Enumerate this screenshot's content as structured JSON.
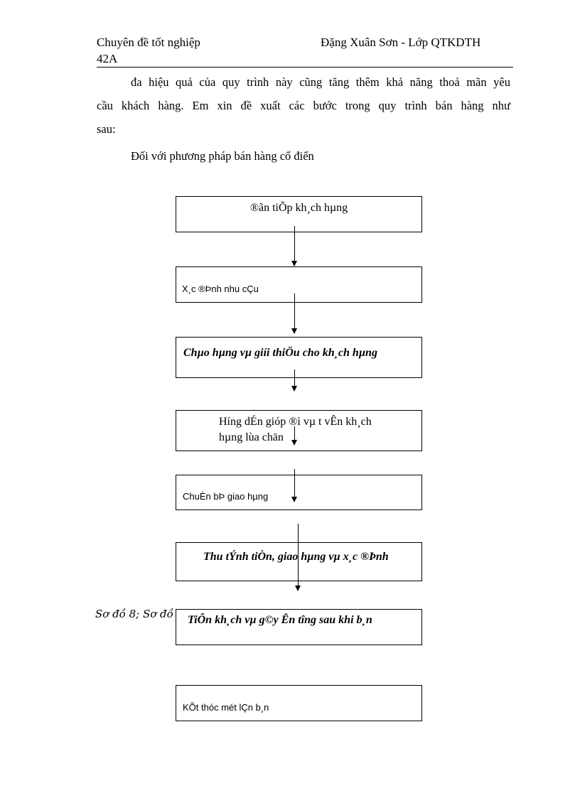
{
  "header": {
    "left": "Chuyên đề tốt nghiệp",
    "right": "Đặng Xuân Sơn - Lớp QTKDTH",
    "left_line2": "42A"
  },
  "body": {
    "line1": "đa hiệu quả của quy trình này cũng tăng thêm khả năng thoả mãn yêu",
    "line2": "cầu khách hàng. Em xin đề xuất các bước trong quy trình bán hàng như",
    "line3": "sau:",
    "subheading": "Đối với phương pháp bán hàng cổ điển"
  },
  "caption": "Sơ đồ 8; Sơ đồ",
  "flowchart": [
    {
      "text": "®ãn tiÕp kh¸ch hµng"
    },
    {
      "text": "X¸c ®Þnh nhu cÇu"
    },
    {
      "text": "Chµo hµng vµ giíi thiÖu cho kh¸ch hµng"
    },
    {
      "text": "H­íng dÉn gióp ®ì vµ t­ vÊn kh¸ch hµng lùa chän"
    },
    {
      "text": "ChuÈn bÞ giao hµng"
    },
    {
      "text": "Thu tÝnh tiÒn, giao hµng vµ x¸c ®Þnh"
    },
    {
      "text": "TiÔn kh¸ch vµ g©y Ên t­îng sau khi b¸n"
    },
    {
      "text": "KÕt thóc mét lÇn b¸n"
    }
  ]
}
